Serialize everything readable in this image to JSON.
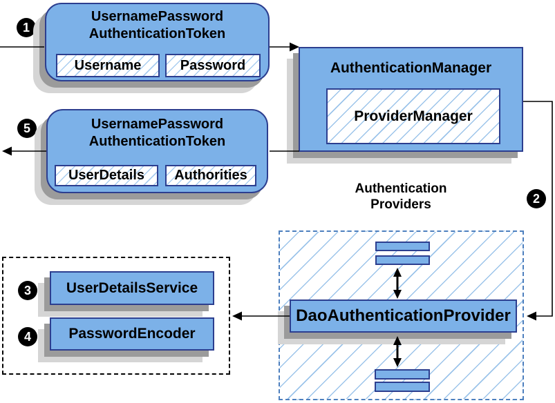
{
  "palette": {
    "box_fill": "#7cb1e8",
    "box_border": "#2c3e8f",
    "hatch_line": "#a9cdf0",
    "area_hatch_line": "#9cc4ea",
    "dashed_border": "#4d7fbe",
    "shadow_dark": "#9b9b9b",
    "shadow_light": "#d5d5d5",
    "arrow": "#000000",
    "badge_bg": "#000000",
    "badge_fg": "#ffffff"
  },
  "nodes": {
    "token_request": {
      "title_lines": [
        "UsernamePassword",
        "AuthenticationToken"
      ],
      "fields": [
        "Username",
        "Password"
      ]
    },
    "auth_manager": {
      "title": "AuthenticationManager",
      "inner": "ProviderManager"
    },
    "token_response": {
      "title_lines": [
        "UsernamePassword",
        "AuthenticationToken"
      ],
      "fields": [
        "UserDetails",
        "Authorities"
      ]
    },
    "providers": {
      "caption_lines": [
        "Authentication",
        "Providers"
      ],
      "main": "DaoAuthenticationProvider"
    },
    "services": {
      "items": [
        "UserDetailsService",
        "PasswordEncoder"
      ]
    }
  },
  "steps": {
    "s1": "1",
    "s2": "2",
    "s3": "3",
    "s4": "4",
    "s5": "5"
  }
}
